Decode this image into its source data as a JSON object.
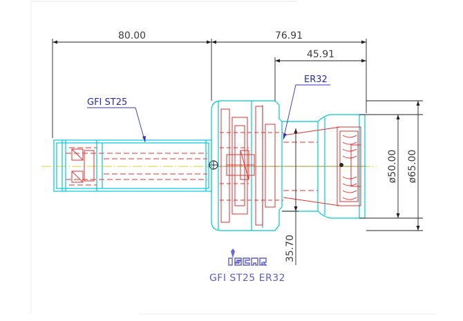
{
  "drawing": {
    "dimensions": {
      "overall_left": "80.00",
      "overall_right": "76.91",
      "nut_length": "45.91",
      "flange_offset": "35.70",
      "inner_diameter": "ø50.00",
      "outer_diameter": "ø65.00"
    },
    "callouts": {
      "shank": "GFI ST25",
      "collet": "ER32"
    },
    "logo_text": "iscar",
    "caption": "GFI ST25 ER32"
  },
  "colors": {
    "outline": "#00c8d8",
    "hidden": "#e03030",
    "dimension": "#202020",
    "callout": "#3030c0",
    "centerline": "#d8d030"
  }
}
